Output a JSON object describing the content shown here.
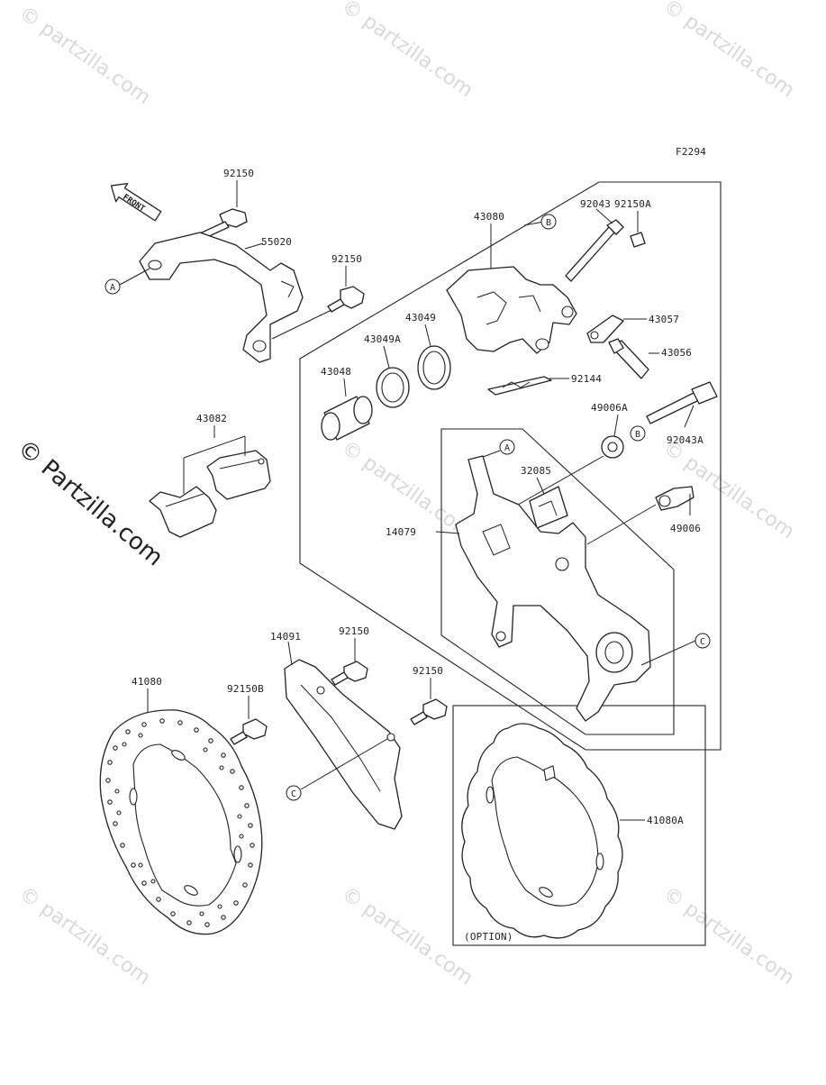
{
  "diagram": {
    "figure_code": "F2294",
    "front_arrow_label": "FRONT",
    "option_label": "(OPTION)",
    "callouts": [
      "A",
      "B",
      "C"
    ],
    "watermark_small": "© partzilla.com",
    "watermark_large": "© Partzilla.com",
    "parts": {
      "p92150_top": "92150",
      "p55020": "55020",
      "p92150_bracket": "92150",
      "p43080": "43080",
      "p92043": "92043",
      "p92150A": "92150A",
      "p43057": "43057",
      "p43056": "43056",
      "p43049": "43049",
      "p43049A": "43049A",
      "p43048": "43048",
      "p92144": "92144",
      "p49006A": "49006A",
      "p92043A": "92043A",
      "p32085": "32085",
      "p14079": "14079",
      "p49006": "49006",
      "p43082": "43082",
      "p14091": "14091",
      "p92150_guard": "92150",
      "p92150_guard2": "92150",
      "p41080": "41080",
      "p92150B": "92150B",
      "p41080A": "41080A"
    }
  }
}
